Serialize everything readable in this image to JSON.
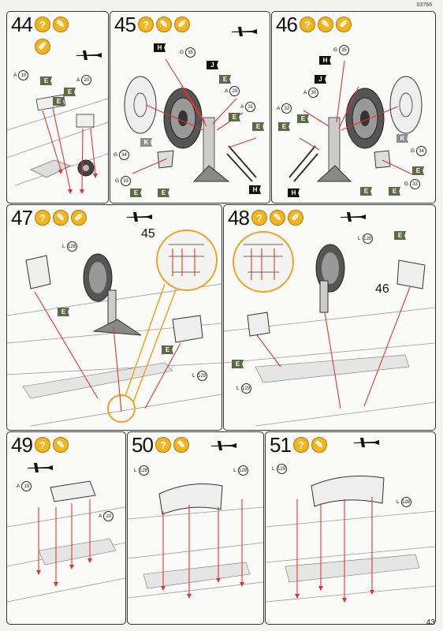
{
  "page_code": "03766",
  "page_number": "43",
  "colors": {
    "yellow": "#f3b41d",
    "camouflage": "#5d6a46",
    "arrow": "#e3342f",
    "callout": "#f2a21e"
  },
  "steps": [
    {
      "number": "44",
      "icons": [
        "question-icon",
        "glue-icon",
        "paint-icon",
        "plane-icon"
      ],
      "parts": [
        {
          "letter": "A",
          "number": "19"
        },
        {
          "letter": "A",
          "number": "20"
        }
      ],
      "flags": [
        "E",
        "E",
        "E"
      ]
    },
    {
      "number": "45",
      "icons": [
        "question-icon",
        "glue-icon",
        "paint-icon",
        "plane-icon"
      ],
      "parts": [
        {
          "letter": "G",
          "number": "35"
        },
        {
          "letter": "A",
          "number": "29"
        },
        {
          "letter": "A",
          "number": "31"
        },
        {
          "letter": "G",
          "number": "34"
        },
        {
          "letter": "G",
          "number": "33"
        }
      ],
      "flags": [
        "H",
        "J",
        "E",
        "E",
        "E",
        "K",
        "E",
        "E",
        "H"
      ]
    },
    {
      "number": "46",
      "icons": [
        "question-icon",
        "glue-icon",
        "paint-icon"
      ],
      "parts": [
        {
          "letter": "G",
          "number": "35"
        },
        {
          "letter": "A",
          "number": "30"
        },
        {
          "letter": "A",
          "number": "32"
        },
        {
          "letter": "G",
          "number": "34"
        },
        {
          "letter": "G",
          "number": "33"
        }
      ],
      "flags": [
        "H",
        "J",
        "E",
        "E",
        "K",
        "E",
        "H",
        "E",
        "E"
      ]
    },
    {
      "number": "47",
      "icons": [
        "question-icon",
        "glue-icon",
        "paint-icon",
        "plane-icon"
      ],
      "callout": "45",
      "parts": [
        {
          "letter": "L",
          "number": "128"
        },
        {
          "letter": "L",
          "number": "129"
        }
      ],
      "flags": [
        "E",
        "E"
      ]
    },
    {
      "number": "48",
      "icons": [
        "question-icon",
        "glue-icon",
        "paint-icon",
        "plane-icon"
      ],
      "callout": "46",
      "parts": [
        {
          "letter": "L",
          "number": "128"
        },
        {
          "letter": "L",
          "number": "129"
        }
      ],
      "flags": [
        "E",
        "E"
      ]
    },
    {
      "number": "49",
      "icons": [
        "question-icon",
        "glue-icon",
        "plane-icon"
      ],
      "parts": [
        {
          "letter": "A",
          "number": "19"
        },
        {
          "letter": "A",
          "number": "20"
        }
      ]
    },
    {
      "number": "50",
      "icons": [
        "question-icon",
        "glue-icon",
        "plane-icon"
      ],
      "parts": [
        {
          "letter": "L",
          "number": "128"
        },
        {
          "letter": "L",
          "number": "129"
        }
      ]
    },
    {
      "number": "51",
      "icons": [
        "question-icon",
        "glue-icon",
        "plane-icon"
      ],
      "parts": [
        {
          "letter": "L",
          "number": "129"
        },
        {
          "letter": "L",
          "number": "128"
        }
      ]
    }
  ],
  "question_mark": "?"
}
